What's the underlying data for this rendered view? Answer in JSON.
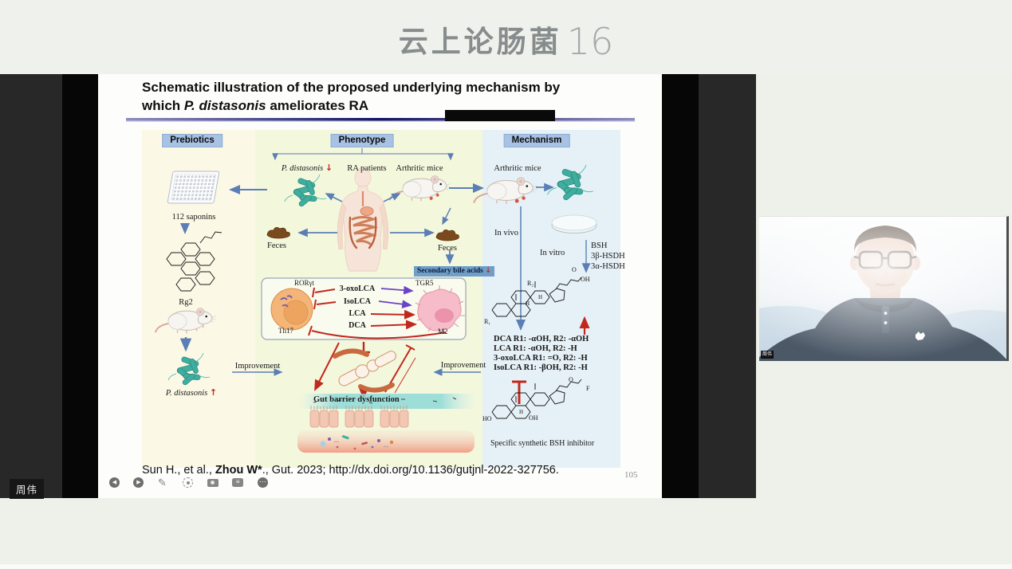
{
  "header": {
    "title_cn": "云上论肠菌",
    "title_num": "16"
  },
  "share": {
    "presenter_tag": "周伟"
  },
  "webcam": {
    "name_tag": "周伟"
  },
  "icons": {
    "up_arrow": "↑",
    "down_arrow": "↓"
  },
  "toolbar": {
    "icons": [
      "previous-slide",
      "next-slide",
      "pen",
      "laser-pointer",
      "record",
      "comment",
      "more"
    ]
  },
  "slide": {
    "title": {
      "line1": "Schematic illustration of the proposed underlying mechanism by",
      "line2_pre": "which ",
      "line2_italic": "P. distasonis",
      "line2_post": " ameliorates RA"
    },
    "columns": {
      "prebiotics": "Prebiotics",
      "phenotype": "Phenotype",
      "mechanism": "Mechanism"
    },
    "prebiotics": {
      "saponins": "112 saponins",
      "rg2": "Rg2",
      "pd": "P. distasonis",
      "improvement": "Improvement"
    },
    "phenotype": {
      "pd": "P. distasonis",
      "ra_patients": "RA patients",
      "arthritic_mice": "Arthritic mice",
      "feces_left": "Feces",
      "feces_right": "Feces",
      "secondary_bile_acids": "Secondary bile acids",
      "rorgt": "RORγt",
      "th17": "Th17",
      "tgr5": "TGR5",
      "m2": "M2",
      "mediators": [
        "3-oxoLCA",
        "IsoLCA",
        "LCA",
        "DCA"
      ],
      "gut_barrier": "Gut barrier dysfunction",
      "improvement": "Improvement"
    },
    "mechanism": {
      "arthritic_mice": "Arthritic mice",
      "in_vivo": "In vivo",
      "in_vitro": "In vitro",
      "enzymes": [
        "BSH",
        "3β-HSDH",
        "3α-HSDH"
      ],
      "bile_structure": {
        "r2": "R₂",
        "r1": "R₁",
        "o": "O",
        "oh": "OH",
        "h": "H"
      },
      "r_lines": [
        "DCA R1: -αOH, R2: -αOH",
        "LCA R1: -αOH, R2: -H",
        "3-oxoLCA R1: =O, R2: -H",
        "IsoLCA R1: -βOH, R2: -H"
      ],
      "inhibitor": {
        "ho": "HO",
        "oh": "OH",
        "o": "O",
        "f": "F",
        "h": "H",
        "caption": "Specific synthetic BSH inhibitor"
      }
    },
    "citation": {
      "pre": "Sun H., et al., ",
      "bold": "Zhou W*",
      "post": "., Gut. 2023; http://dx.doi.org/10.1136/gutjnl-2022-327756."
    },
    "page_number": "105"
  },
  "colors": {
    "header_box": "#a8c2e4",
    "red": "#c1281e",
    "blue": "#5b7fb5",
    "purple": "#6a44c4",
    "teal": "#3fae9e",
    "sba_bg": "#6f9ec9"
  }
}
